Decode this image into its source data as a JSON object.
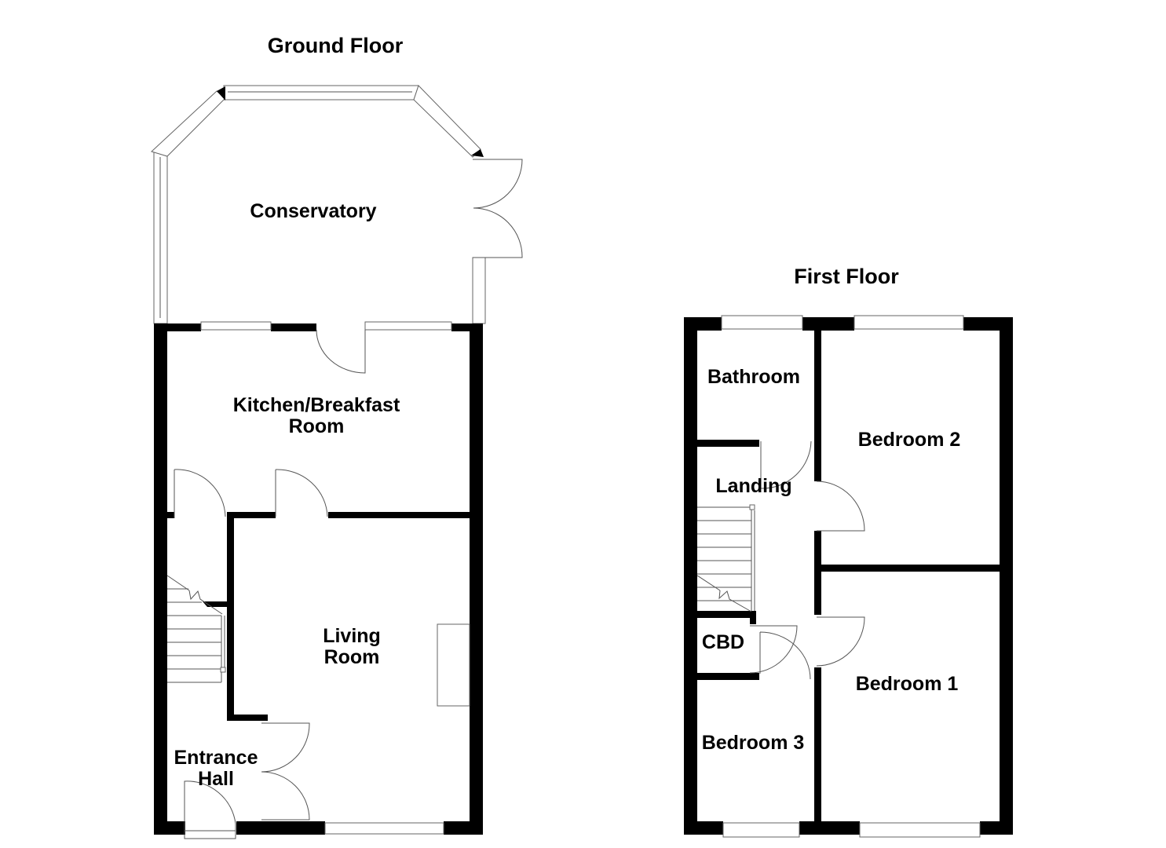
{
  "floors": {
    "ground": {
      "title": "Ground Floor",
      "rooms": {
        "conservatory": "Conservatory",
        "kitchen_line1": "Kitchen/Breakfast",
        "kitchen_line2": "Room",
        "living_line1": "Living",
        "living_line2": "Room",
        "entrance_line1": "Entrance",
        "entrance_line2": "Hall"
      }
    },
    "first": {
      "title": "First Floor",
      "rooms": {
        "bathroom": "Bathroom",
        "landing": "Landing",
        "bedroom2": "Bedroom 2",
        "bedroom1": "Bedroom 1",
        "bedroom3": "Bedroom 3",
        "cupboard": "CBD"
      }
    }
  },
  "colors": {
    "wall": "#000000",
    "background": "#ffffff",
    "fixture_line": "#555555"
  }
}
